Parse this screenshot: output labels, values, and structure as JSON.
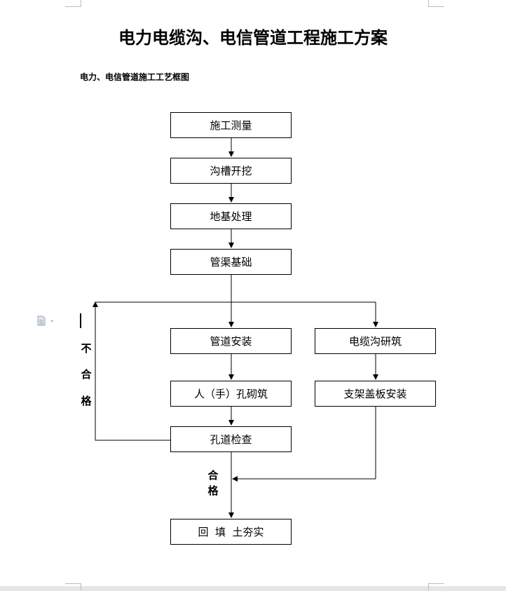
{
  "document": {
    "title": "电力电缆沟、电信管道工程施工方案",
    "subtitle": "电力、电信管道施工工艺框图"
  },
  "flowchart": {
    "steps": {
      "survey": "施工测量",
      "trench": "沟槽开挖",
      "foundation_treatment": "地基处理",
      "pipe_base": "管渠基础",
      "pipe_install": "管道安装",
      "cable_trench_build": "电缆沟研筑",
      "manhole_masonry": "人（手）孔砌筑",
      "bracket_cover_install": "支架盖板安装",
      "manhole_inspection": "孔道检查",
      "backfill": "回  填  土夯实"
    },
    "labels": {
      "fail": [
        "不",
        "合",
        "格"
      ],
      "pass": [
        "合",
        "格"
      ]
    }
  }
}
